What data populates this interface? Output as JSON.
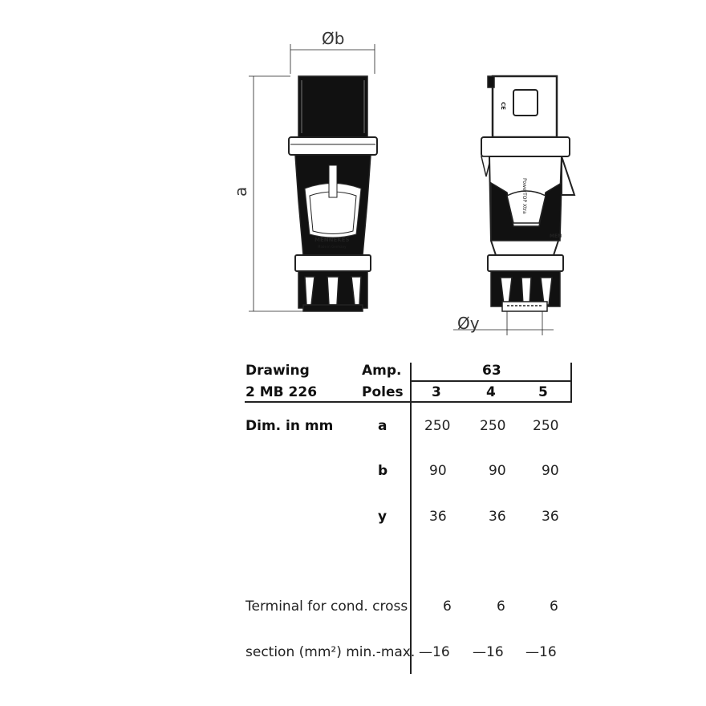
{
  "drawing": {
    "dim_labels": {
      "a": "a",
      "b": "Øb",
      "y": "Øy"
    },
    "logo_text": "MENNEKES",
    "made_in_text": "Made in Germany",
    "side_brand_text": "PowerTOP Xtra",
    "side_logo_text": "MEN",
    "ce_mark": "CE"
  },
  "table": {
    "drawing_label": "Drawing",
    "drawing_number": "2 MB 226",
    "amp_label": "Amp.",
    "amp_value": "63",
    "poles_label": "Poles",
    "poles": [
      "3",
      "4",
      "5"
    ],
    "dim_label": "Dim. in mm",
    "rows": [
      {
        "key": "a",
        "values": [
          "250",
          "250",
          "250"
        ]
      },
      {
        "key": "b",
        "values": [
          "90",
          "90",
          "90"
        ]
      },
      {
        "key": "y",
        "values": [
          "36",
          "36",
          "36"
        ]
      }
    ],
    "terminal_label_1": "Terminal for cond. cross",
    "terminal_label_2": "section (mm²) min.-max.",
    "terminal_min": [
      "6",
      "6",
      "6"
    ],
    "terminal_max": [
      "—16",
      "—16",
      "—16"
    ]
  }
}
